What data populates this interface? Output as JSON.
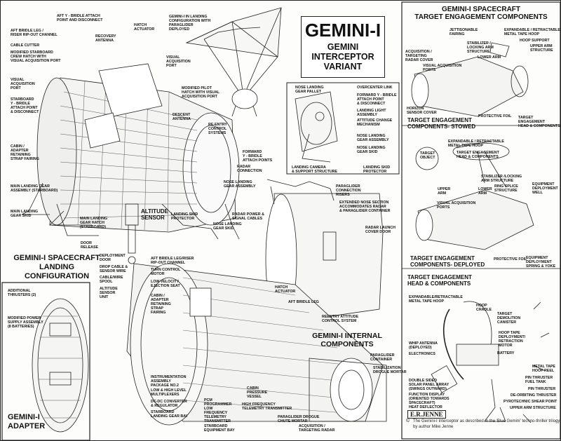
{
  "title": {
    "main": "GEMINI-I",
    "sub": "GEMINI\nINTERCEPTOR\nVARIANT"
  },
  "landing": {
    "heading": "GEMINI-I SPACECRAFT\nLANDING\nCONFIGURATION",
    "labels": {
      "aft_y_bridle": "AFT Y - BRIDLE ATTACH\nPOINT AND DISCONNECT",
      "aft_bridle_leg": "AFT BRIDLE LEG /\nRISER RIP-OUT CHANNEL",
      "hatch_actuator": "HATCH\nACTUATOR",
      "recovery_antenna": "RECOVERY\nANTENNA",
      "cable_cutter": "CABLE CUTTER",
      "modified_starboard": "MODIFIED STARBOARD\nCREW HATCH WITH\nVISUAL ACQUISITION PORT",
      "visual_acq_port_left": "VISUAL\nACQUISITION\nPORT",
      "starboard_y": "STARBOARD\nY - BRIDLE\nATTACH POINT\n& DISCONNECT",
      "cabin_adapter": "CABIN /\nADAPTER\nRETAINING\nSTRAP FAIRING",
      "main_landing_gear_assy": "MAIN LANDING GEAR\nASSEMBLY (STARBOARD)",
      "main_landing_gear_skid": "MAIN LANDING\nGEAR SKID",
      "main_landing_gear_hatch": "MAIN LANDING\nGEAR HATCH\n(STARBOARD)",
      "door_release": "DOOR\nRELEASE",
      "altitude_sensor": "ALTITUDE\nSENSOR",
      "deployment_door": "DEPLOYMENT\nDOOR",
      "drop_cable": "DROP CABLE &\nSENSOR WIRE",
      "cable_wire_spool": "CABLE/WIRE\nSPOOL",
      "altitude_sensor_unit": "ALTITUDE\nSENSOR\nUNIT",
      "visual_acq_port_right": "VISUAL\nACQUISITION\nPORT",
      "modified_pilot": "MODIFIED PILOT\nHATCH WITH VISUAL\nACQUISITION PORT",
      "descent_antenna": "DESCENT\nANTENNA",
      "reentry_control": "RE-ENTRY\nCONTROL\nSYSTEMS",
      "forward_y_bridle": "FORWARD\nY - BRIDLE\nATTACH POINTS",
      "radar_connection": "RADAR\nCONNECTION",
      "nose_landing_gear_assy": "NOSE LANDING\nGEAR ASSEMBLY",
      "landing_skid_protector": "LANDING SKID\nPROTECTOR",
      "nose_landing_gear_skid": "NOSE LANDING\nGEAR SKID",
      "radar_power": "RADAR POWER &\nSIGNAL CABLES",
      "paraglider_config": "GEMINI-I IN LANDING\nCONFIGURATION WITH\nPARAGLIDER\nDEPLOYED"
    }
  },
  "nose_detail": {
    "labels": {
      "overcenter_link": "OVERCENTER LINK",
      "nose_landing_gear_pallet": "NOSE LANDING\nGEAR PALLET",
      "forward_y_bridle": "FORWARD Y - BRIDLE\nATTACH POINT\n& DISCONNECT",
      "landing_light": "LANDING LIGHT\nASSEMBLY",
      "attitude_change": "ATTITUDE CHANGE\nMECHANISM",
      "nose_landing_gear_assy": "NOSE LANDING\nGEAR ASSEMBLY",
      "nose_landing_gear_skid": "NOSE LANDING\nGEAR SKID",
      "landing_camera": "LANDING CAMERA\n& SUPPORT STRUCTURE",
      "landing_skid_protector": "LANDING SKID\nPROTECTOR"
    }
  },
  "container": {
    "labels": {
      "paraglider_connection": "PARAGLIDER\nCONNECTION\nRISERS",
      "extended_nose": "EXTENDED NOSE SECTION\nACCOMMODATES RADAR\n& PARAGLIDER CONTAINER",
      "radar_launch_cover": "RADAR LAUNCH\nCOVER DOOR"
    }
  },
  "internal": {
    "heading": "GEMINI-I INTERNAL\nCOMPONENTS",
    "labels": {
      "aft_bridle_leg_riser": "AFT BRIDLE LEG/RISER\nRIP-OUT CHANNEL",
      "turn_control_motor": "TURN CONTROL\nMOTOR",
      "low_velocity": "LOW VELOCITY\nEJECTION SEAT",
      "cabin_adapter": "CABIN /\nADAPTER\nRETAINING\nSTRAP\nFAIRING",
      "hatch_actuator": "HATCH\nACTUATOR",
      "aft_bridle_leg": "AFT BRIDLE LEG",
      "reentry_attitude": "REENTRY ATTITUDE\nCONTROL SYSTEM",
      "instrumentation": "INSTRUMENTATION\nASSEMBLY\nPACKAGE NO.2",
      "low_high_level": "LOW & HIGH LEVEL\nMULTIPLEXERS",
      "dcdc": "DC-DC CONVERTER\n& REGULATOR",
      "starboard_landing_gear": "STARBOARD\nLANDING GEAR BAY",
      "pcm_programmer": "PCM\nPROGRAMMER",
      "low_frequency": "LOW\nFREQUENCY\nTELEMETRY\nTRANSMITTER",
      "starboard_equipment": "STARBOARD\nEQUIPMENT BAY",
      "cabin_pressure": "CABIN\nPRESSURE\nVESSEL",
      "high_frequency": "HIGH FREQUENCY\nTELEMETRY TRANSMITTER",
      "paraglider_drogue": "PARAGLIDER DROGUE\nCHUTE MORTAR",
      "acquisition_radar": "ACQUISITION /\nTARGETING RADAR",
      "paraglider_container": "PARAGLIDER\nCONTAINER",
      "stabilization_mortar": "STABILIZATION\nDROGUE MORTAR"
    }
  },
  "adapter": {
    "heading": "GEMINI-I\nADAPTER",
    "labels": {
      "additional_thrusters": "ADDITIONAL\nTHRUSTERS (2)",
      "modified_power": "MODIFIED POWER\nSUPPLY ASSEMBLY\n(8 BATTERIES)"
    }
  },
  "target_stowed": {
    "heading": "GEMINI-I SPACECRAFT\nTARGET ENGAGEMENT COMPONENTS",
    "caption": "TARGET ENGAGEMENT\nCOMPONENTS- STOWED",
    "labels": {
      "jettisonable_fairing": "JETTISONABLE\nFAIRING",
      "expandable_hoop": "EXPANDABLE / RETRACTABLE\nMETAL TAPE HOOP",
      "stabilizer": "STABILIZER /\nLOCKING ARM\nSTRUCTURE",
      "hoop_support": "HOOP SUPPORT",
      "upper_arm_structure": "UPPER ARM\nSTRUCTURE",
      "acquisition_radar_cover": "ACQUISITION /\nTARGETING\nRADAR COVER",
      "lower_arm": "LOWER ARM",
      "visual_acq_ports": "VISUAL ACQUISITION\nPORTS",
      "horizon_sensor": "HORIZON\nSENSOR COVER",
      "protective_foil": "PROTECTIVE FOIL",
      "target_head": "TARGET ENGAGEMENT\nHEAD & COMPONENTS"
    }
  },
  "target_deployed": {
    "caption": "TARGET ENGAGEMENT\nCOMPONENTS- DEPLOYED",
    "labels": {
      "target_object": "TARGET\nOBJECT",
      "expandable_hoop": "EXPANDABLE / RETRACTABLE\nMETAL TAPE HOOP",
      "target_head": "TARGET ENGAGEMENT\nHEAD & COMPONENTS",
      "stabilizer_locking": "STABILIZER /LOCKING\nARM STRUCTURE",
      "upper_arm": "UPPER\nARM",
      "lower_arm": "LOWER\nARM",
      "ring_splice": "RING SPLICE\nSTRUCTURE",
      "equipment_well": "EQUIPMENT\nDEPLOYMENT\nWELL",
      "visual_acq_ports": "VISUAL ACQUISITION\nPORTS",
      "protective_foil": "PROTECTIVE FOIL",
      "equipment_spring": "EQUIPMENT\nDEPLOYMENT\nSPRING & YOKE"
    }
  },
  "target_head": {
    "heading": "TARGET ENGAGEMENT\nHEAD & COMPONENTS",
    "labels": {
      "expandable_hoop": "EXPANDABLE/RETRACTABLE\nMETAL TAPE HOOP",
      "hoop_cradle": "HOOP\nCRADLE",
      "target_demolition": "TARGET\nDEMOLITION\nCANISTER",
      "hoop_tape": "HOOP TAPE\nDEPLOYMENT/\nRETRACTION\nMOTOR",
      "whip_antenna": "WHIP ANTENNA\n(DEPLOYED)",
      "electronics": "ELECTRONICS",
      "battery": "BATTERY",
      "double_sided": "DOUBLE SIDED\nSOLAR PANEL ARRAY\n(SWINGS OUTWARD)",
      "function_display": "FUNCTION DISPLAY\n(ORIENTED TOWARDS\nSPACECRAFT)",
      "heat_deflector": "HEAT DEFLECTOR",
      "metal_tape_hoop_reel": "METAL TAPE\nHOOP REEL",
      "pin_thruster_fuel": "PIN THRUSTER\nFUEL TANK",
      "pin_thruster": "PIN THRUSTER",
      "deorbiting": "DE-ORBITING THRUSTER",
      "pyrotechnic": "PYROTECHNIC SHEAR POINT",
      "upper_arm_structure": "UPPER ARM STRUCTURE"
    }
  },
  "credit": {
    "signature": "E.R.JENNE",
    "copyright": "©",
    "text": "The Gemini-I Interceptor as described in the 'Blue Gemini' techno-thriller trilogy by author Mike Jenne"
  }
}
